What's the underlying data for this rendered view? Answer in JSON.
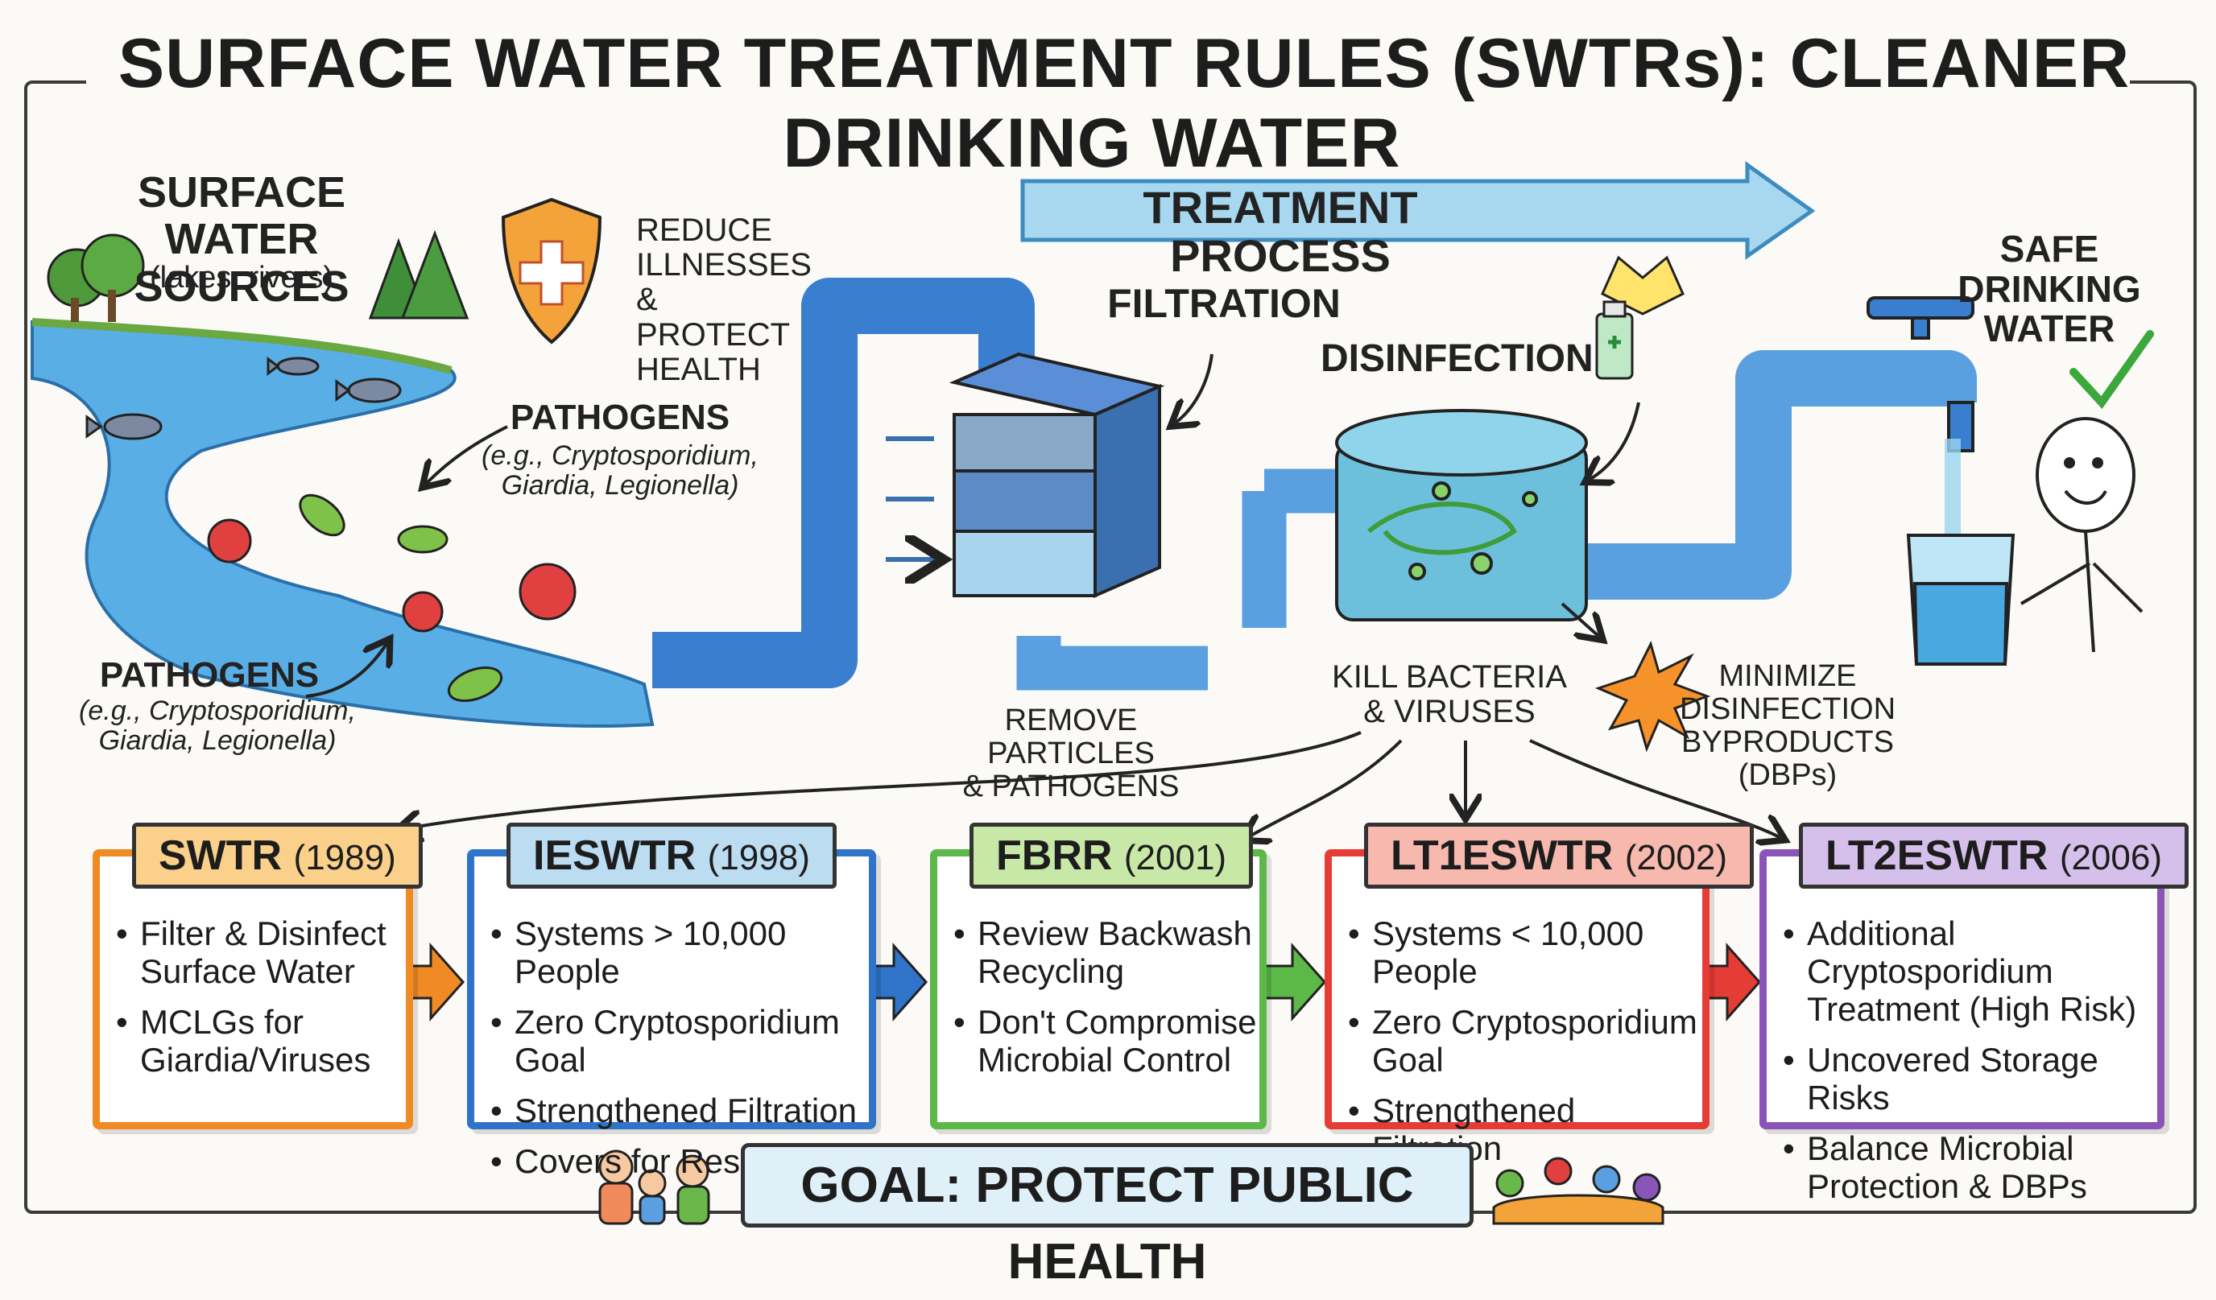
{
  "title": "SURFACE WATER TREATMENT RULES (SWTRs): CLEANER DRINKING WATER",
  "sources": {
    "heading": "SURFACE WATER\nSOURCES",
    "sub": "(lakes, rivers)"
  },
  "reduce_text": "REDUCE\nILLNESSES\n& PROTECT\nHEALTH",
  "process_label": "TREATMENT PROCESS",
  "pathogens_top": {
    "heading": "PATHOGENS",
    "sub": "(e.g., Cryptosporidium,\nGiardia, Legionella)"
  },
  "pathogens_bottom": {
    "heading": "PATHOGENS",
    "sub": "(e.g., Cryptosporidium,\nGiardia, Legionella)"
  },
  "filtration": {
    "label": "FILTRATION",
    "caption": "REMOVE PARTICLES\n& PATHOGENS"
  },
  "disinfection": {
    "label": "DISINFECTION",
    "caption": "KILL BACTERIA\n& VIRUSES"
  },
  "minimize_text": "MINIMIZE\nDISINFECTION\nBYPRODUCTS (DBPs)",
  "safe_text": "SAFE\nDRINKING\nWATER",
  "rules": [
    {
      "name": "SWTR",
      "year": "(1989)",
      "color": "#f08a24",
      "tab_bg": "#fbd08a",
      "items": [
        "Filter & Disinfect\nSurface Water",
        "MCLGs for\nGiardia/Viruses"
      ]
    },
    {
      "name": "IESWTR",
      "year": "(1998)",
      "color": "#2f74c9",
      "tab_bg": "#bcdcf2",
      "items": [
        "Systems > 10,000 People",
        "Zero Cryptosporidium Goal",
        "Strengthened Filtration",
        "Covers for Reservoirs"
      ]
    },
    {
      "name": "FBRR",
      "year": "(2001)",
      "color": "#5cb848",
      "tab_bg": "#c8e8a8",
      "items": [
        "Review Backwash\nRecycling",
        "Don't Compromise\nMicrobial Control"
      ]
    },
    {
      "name": "LT1ESWTR",
      "year": "(2002)",
      "color": "#e53d36",
      "tab_bg": "#f7b8ae",
      "items": [
        "Systems < 10,000 People",
        "Zero Cryptosporidium\nGoal",
        "Strengthened Filtration"
      ]
    },
    {
      "name": "LT2ESWTR",
      "year": "(2006)",
      "color": "#8a55b8",
      "tab_bg": "#d4c0ea",
      "items": [
        "Additional Cryptosporidium\nTreatment (High Risk)",
        "Uncovered Storage Risks",
        "Balance Microbial\nProtection & DBPs"
      ]
    }
  ],
  "goal": "GOAL: PROTECT PUBLIC HEALTH",
  "colors": {
    "water": "#5aaee6",
    "pipe": "#3a7ed0",
    "outline": "#2b2b2b"
  }
}
